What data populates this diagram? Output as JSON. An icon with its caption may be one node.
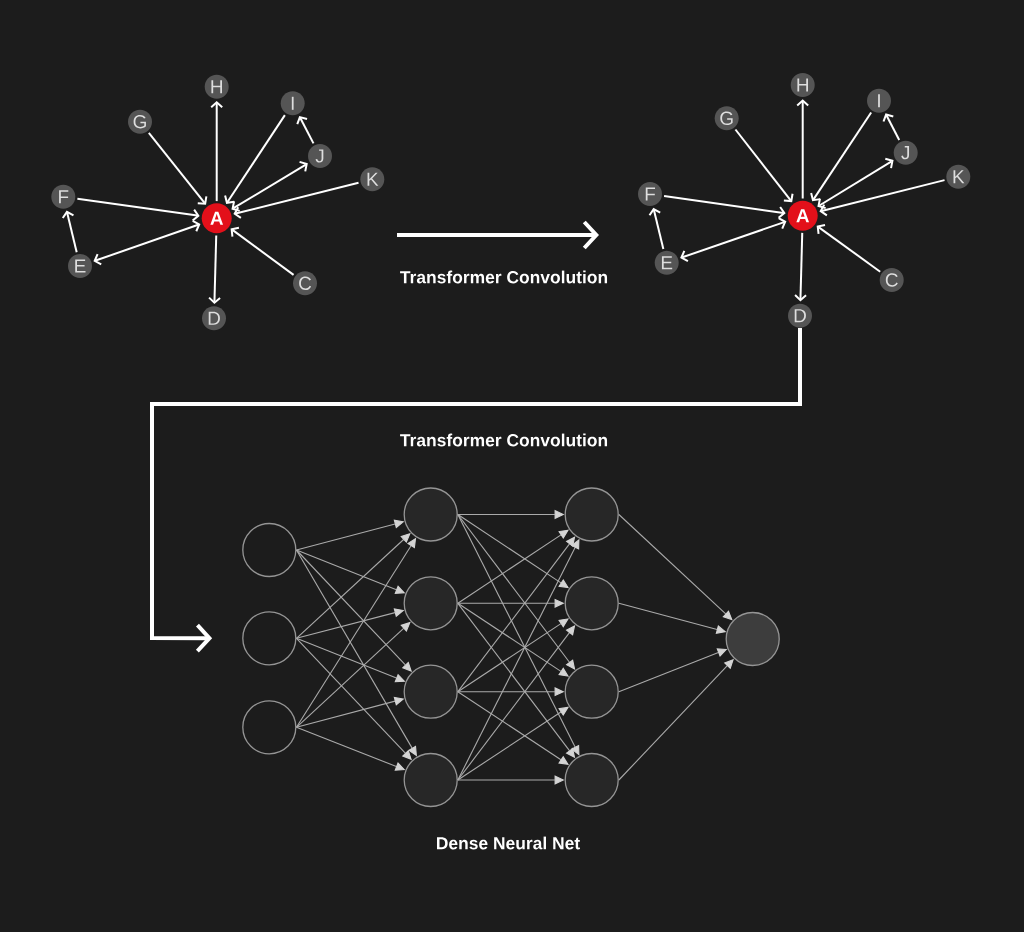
{
  "diagram": {
    "nodes": [
      {
        "text": [
          "H"
        ]
      },
      {
        "text": [
          "I"
        ]
      },
      {
        "text": [
          "G"
        ]
      },
      {
        "text": [
          "J"
        ]
      },
      {
        "text": [
          "K"
        ]
      },
      {
        "text": [
          "F"
        ]
      },
      {
        "text": [
          "A"
        ]
      },
      {
        "text": [
          "E"
        ]
      },
      {
        "text": [
          "C"
        ]
      },
      {
        "text": [
          "D"
        ]
      },
      {
        "text": [
          "H"
        ]
      },
      {
        "text": [
          "I"
        ]
      },
      {
        "text": [
          "G"
        ]
      },
      {
        "text": [
          "J"
        ]
      },
      {
        "text": [
          "K"
        ]
      },
      {
        "text": [
          "F"
        ]
      },
      {
        "text": [
          "A"
        ]
      },
      {
        "text": [
          "E"
        ]
      },
      {
        "text": [
          "C"
        ]
      },
      {
        "text": [
          "D"
        ]
      },
      {
        "text": [],
        "shape": "circle"
      },
      {
        "text": [],
        "shape": "circle"
      },
      {
        "text": [],
        "shape": "circle"
      },
      {
        "text": [],
        "shape": "circle"
      },
      {
        "text": [],
        "shape": "circle"
      },
      {
        "text": [],
        "shape": "circle"
      },
      {
        "text": [],
        "shape": "circle"
      },
      {
        "text": [],
        "shape": "circle"
      },
      {
        "text": [],
        "shape": "circle"
      },
      {
        "text": [],
        "shape": "circle"
      },
      {
        "text": [],
        "shape": "circle"
      },
      {
        "text": [],
        "shape": "circle"
      }
    ],
    "edges": [
      {
        "from": 6,
        "to": 0,
        "arrow": "to",
        "color": "#ffffff"
      },
      {
        "from": 2,
        "to": 6,
        "arrow": "to",
        "color": "#ffffff"
      },
      {
        "from": 1,
        "to": 6,
        "arrow": "to",
        "color": "#ffffff"
      },
      {
        "from": 3,
        "to": 6,
        "arrow": "both",
        "color": "#ffffff"
      },
      {
        "from": 3,
        "to": 1,
        "arrow": "to",
        "color": "#ffffff"
      },
      {
        "from": 4,
        "to": 6,
        "arrow": "to",
        "color": "#ffffff"
      },
      {
        "from": 5,
        "to": 6,
        "arrow": "to",
        "color": "#ffffff"
      },
      {
        "from": 7,
        "to": 6,
        "arrow": "both",
        "color": "#ffffff"
      },
      {
        "from": 7,
        "to": 5,
        "arrow": "to",
        "color": "#ffffff"
      },
      {
        "from": 8,
        "to": 6,
        "arrow": "to",
        "color": "#ffffff"
      },
      {
        "from": 6,
        "to": 9,
        "arrow": "to",
        "color": "#ffffff"
      },
      {
        "from": 16,
        "to": 10,
        "arrow": "to",
        "color": "#ffffff"
      },
      {
        "from": 12,
        "to": 16,
        "arrow": "to",
        "color": "#ffffff"
      },
      {
        "from": 11,
        "to": 16,
        "arrow": "to",
        "color": "#ffffff"
      },
      {
        "from": 13,
        "to": 16,
        "arrow": "both",
        "color": "#ffffff"
      },
      {
        "from": 13,
        "to": 11,
        "arrow": "to",
        "color": "#ffffff"
      },
      {
        "from": 14,
        "to": 16,
        "arrow": "to",
        "color": "#ffffff"
      },
      {
        "from": 15,
        "to": 16,
        "arrow": "to",
        "color": "#ffffff"
      },
      {
        "from": 17,
        "to": 16,
        "arrow": "both",
        "color": "#ffffff"
      },
      {
        "from": 17,
        "to": 15,
        "arrow": "to",
        "color": "#ffffff"
      },
      {
        "from": 18,
        "to": 16,
        "arrow": "to",
        "color": "#ffffff"
      },
      {
        "from": 16,
        "to": 19,
        "arrow": "to",
        "color": "#ffffff"
      },
      {
        "from": 19,
        "to": 21,
        "arrow": "to",
        "label": "Transformer Convolution",
        "style": "thick",
        "color": "#ffffff"
      },
      {
        "from": 20,
        "to": 23,
        "arrow": "to"
      },
      {
        "from": 20,
        "to": 24,
        "arrow": "to"
      },
      {
        "from": 20,
        "to": 25,
        "arrow": "to"
      },
      {
        "from": 20,
        "to": 26,
        "arrow": "to"
      },
      {
        "from": 21,
        "to": 23,
        "arrow": "to"
      },
      {
        "from": 21,
        "to": 24,
        "arrow": "to"
      },
      {
        "from": 21,
        "to": 25,
        "arrow": "to"
      },
      {
        "from": 21,
        "to": 26,
        "arrow": "to"
      },
      {
        "from": 22,
        "to": 23,
        "arrow": "to"
      },
      {
        "from": 22,
        "to": 24,
        "arrow": "to"
      },
      {
        "from": 22,
        "to": 25,
        "arrow": "to"
      },
      {
        "from": 22,
        "to": 26,
        "arrow": "to"
      },
      {
        "from": 23,
        "to": 27,
        "arrow": "to"
      },
      {
        "from": 23,
        "to": 28,
        "arrow": "to"
      },
      {
        "from": 23,
        "to": 29,
        "arrow": "to"
      },
      {
        "from": 23,
        "to": 30,
        "arrow": "to"
      },
      {
        "from": 24,
        "to": 27,
        "arrow": "to"
      },
      {
        "from": 24,
        "to": 28,
        "arrow": "to"
      },
      {
        "from": 24,
        "to": 29,
        "arrow": "to"
      },
      {
        "from": 24,
        "to": 30,
        "arrow": "to"
      },
      {
        "from": 25,
        "to": 27,
        "arrow": "to"
      },
      {
        "from": 25,
        "to": 28,
        "arrow": "to"
      },
      {
        "from": 25,
        "to": 29,
        "arrow": "to"
      },
      {
        "from": 25,
        "to": 30,
        "arrow": "to"
      },
      {
        "from": 26,
        "to": 27,
        "arrow": "to"
      },
      {
        "from": 26,
        "to": 28,
        "arrow": "to"
      },
      {
        "from": 26,
        "to": 29,
        "arrow": "to"
      },
      {
        "from": 26,
        "to": 30,
        "arrow": "to"
      },
      {
        "from": 27,
        "to": 31,
        "arrow": "to"
      },
      {
        "from": 28,
        "to": 31,
        "arrow": "to"
      },
      {
        "from": 29,
        "to": 31,
        "arrow": "to"
      },
      {
        "from": 30,
        "to": 31,
        "arrow": "to"
      }
    ],
    "labels": [
      "Transformer Convolution",
      "Dense Neural Net"
    ]
  }
}
